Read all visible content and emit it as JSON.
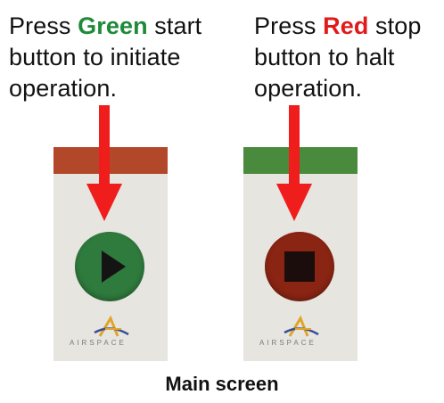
{
  "start_caption": {
    "prefix": "Press ",
    "keyword": "Green",
    "suffix": " start button to initiate operation.",
    "keyword_color": "#1f8a3a"
  },
  "stop_caption": {
    "prefix": "Press ",
    "keyword": "Red",
    "suffix": " stop button to halt operation.",
    "keyword_color": "#e01b1b"
  },
  "start_panel": {
    "bar_color": "#b2472a",
    "button_color": "#2f7a3d",
    "button_icon": "play-icon",
    "logo_text": "AIRSPACE"
  },
  "stop_panel": {
    "bar_color": "#4a8a3c",
    "button_color": "#8a2413",
    "button_icon": "stop-icon",
    "logo_text": "AIRSPACE"
  },
  "arrow_color": "#f01d1d",
  "footer_label": "Main screen"
}
